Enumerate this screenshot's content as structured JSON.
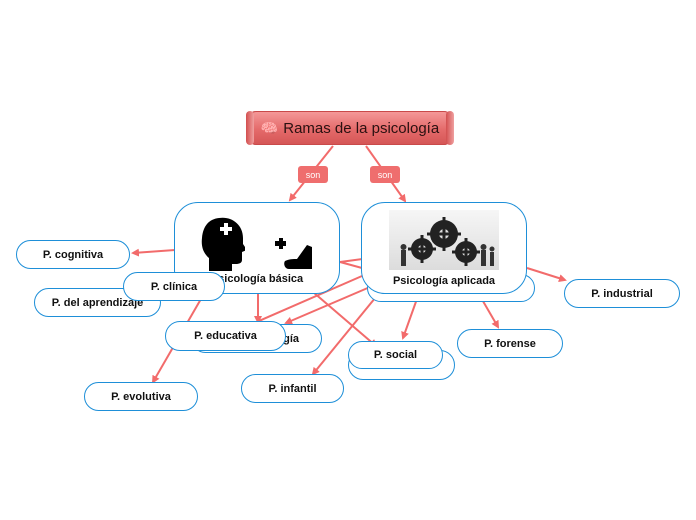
{
  "title": "Ramas de la psicología",
  "connector_label": "son",
  "nodes": {
    "basica": "Psicología básica",
    "aplicada": "Psicología aplicada",
    "cognitiva": "P. cognitiva",
    "clinica": "P. clínica",
    "aprendizaje": "P. del aprendizaje",
    "educativa": "P. educativa",
    "partial_gia": "gía",
    "evolutiva": "P. evolutiva",
    "infantil": "P. infantil",
    "social": "P. social",
    "forense": "P. forense",
    "industrial": "P. industrial"
  },
  "colors": {
    "connector": "#f26b6b",
    "node_border": "#1e8fd8",
    "root_fill": "#e46a6a"
  },
  "icons": [
    "brain-icon",
    "head-puzzle-icon",
    "hand-puzzle-icon",
    "gears-people-image"
  ]
}
